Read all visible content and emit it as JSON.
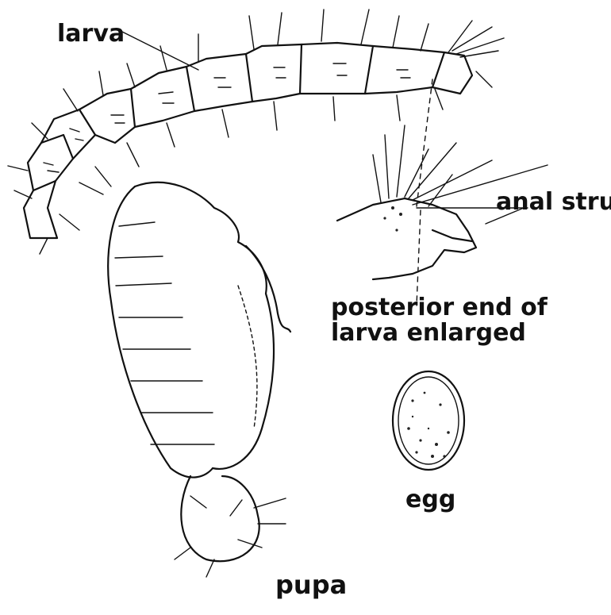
{
  "labels": {
    "larva": "larva",
    "anal_struts": "anal struts",
    "posterior_line1": "posterior end of",
    "posterior_line2": "larva enlarged",
    "egg": "egg",
    "pupa": "pupa"
  },
  "colors": {
    "ink": "#111111",
    "background": "#ffffff"
  }
}
